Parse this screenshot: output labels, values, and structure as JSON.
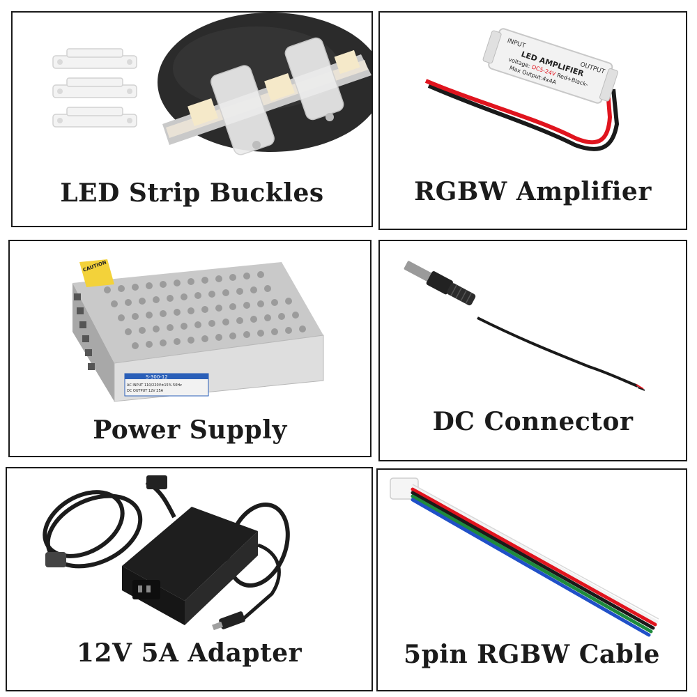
{
  "panels": [
    {
      "id": "buckles",
      "label": "LED Strip Buckles",
      "icon": "led-strip-buckles-photo"
    },
    {
      "id": "amplifier",
      "label": "RGBW Amplifier",
      "icon": "rgbw-amplifier-photo",
      "device_text": {
        "input": "INPUT",
        "output": "OUTPUT",
        "title": "LED AMPLIFIER",
        "line1_prefix": "voltage:",
        "voltage": "DC5-24V",
        "line1_suffix": "Red+Black-",
        "line2": "Max Output:4x4A"
      }
    },
    {
      "id": "power-supply",
      "label": "Power Supply",
      "icon": "power-supply-photo",
      "device_text": {
        "caution": "CAUTION",
        "model": "S-300-12",
        "spec1": "AC INPUT   110/220V±15% 50Hz",
        "spec2": "DC OUTPUT  12V  25A"
      }
    },
    {
      "id": "dc-connector",
      "label": "DC Connector",
      "icon": "dc-connector-photo"
    },
    {
      "id": "adapter",
      "label": "12V 5A Adapter",
      "icon": "adapter-photo"
    },
    {
      "id": "rgbw-cable",
      "label": "5pin RGBW Cable",
      "icon": "rgbw-cable-photo"
    }
  ],
  "colors": {
    "border": "#1a1a1a",
    "text": "#1b1b1b",
    "wire_red": "#e0141e",
    "wire_black": "#1a1a1a",
    "wire_green": "#1e8a3c",
    "wire_blue": "#2050c8",
    "wire_white": "#f2f2f2"
  }
}
